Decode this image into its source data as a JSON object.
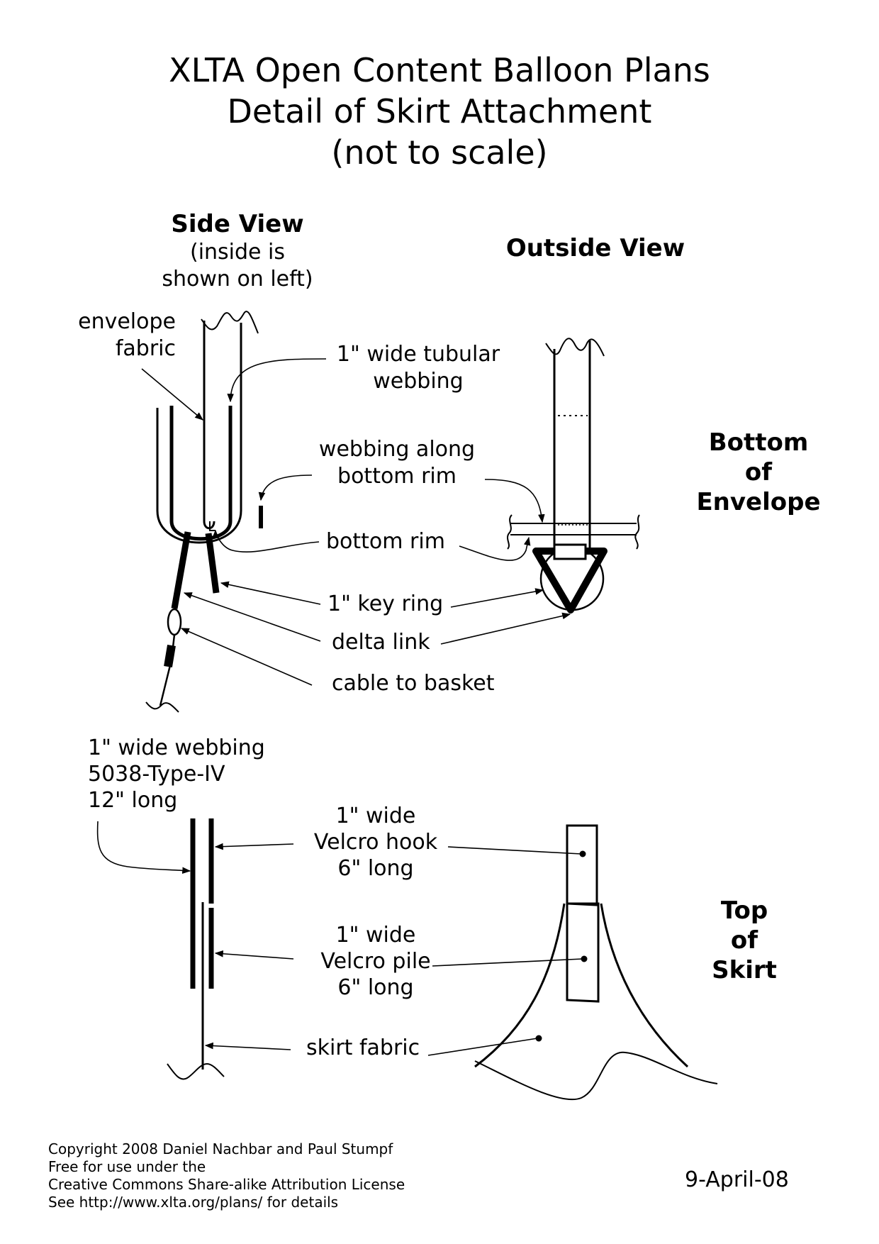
{
  "title": {
    "line1": "XLTA Open Content Balloon Plans",
    "line2": "Detail of Skirt Attachment",
    "line3": "(not to scale)"
  },
  "side_view": {
    "heading": "Side View",
    "note_line1": "(inside is",
    "note_line2": "shown on left)"
  },
  "outside_view": {
    "heading": "Outside View"
  },
  "section_bottom": {
    "line1": "Bottom",
    "line2": "of",
    "line3": "Envelope"
  },
  "section_top": {
    "line1": "Top",
    "line2": "of",
    "line3": "Skirt"
  },
  "labels": {
    "envelope_fabric_1": "envelope",
    "envelope_fabric_2": "fabric",
    "tubular_webbing_1": "1\" wide tubular",
    "tubular_webbing_2": "webbing",
    "webbing_rim_1": "webbing along",
    "webbing_rim_2": "bottom rim",
    "bottom_rim": "bottom rim",
    "key_ring": "1\" key ring",
    "delta_link": "delta link",
    "cable": "cable to basket",
    "webbing_1": "1\" wide webbing",
    "webbing_2": "5038-Type-IV",
    "webbing_3": "12\" long",
    "hook_1": "1\" wide",
    "hook_2": "Velcro hook",
    "hook_3": "6\" long",
    "pile_1": "1\" wide",
    "pile_2": "Velcro pile",
    "pile_3": "6\" long",
    "skirt_fabric": "skirt fabric"
  },
  "footer": {
    "copyright_1": "Copyright 2008 Daniel Nachbar and Paul Stumpf",
    "copyright_2": "Free for use under the",
    "copyright_3": "Creative Commons Share-alike Attribution License",
    "copyright_4": "See http://www.xlta.org/plans/ for details",
    "date": "9-April-08"
  }
}
